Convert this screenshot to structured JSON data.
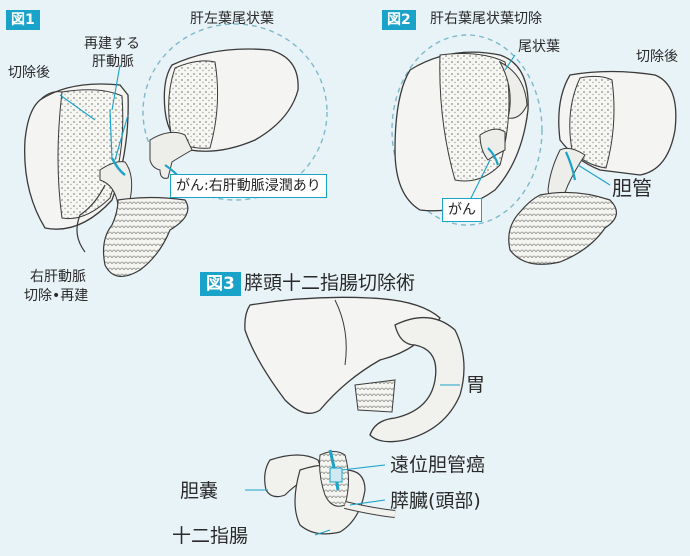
{
  "fig1": {
    "badge": "図1",
    "title": "肝左葉尾状葉",
    "after_resection": "切除後",
    "reconstructed_artery": [
      "再建する",
      "肝動脈"
    ],
    "callout": "がん:右肝動脈浸潤あり",
    "right_artery": [
      "右肝動脈",
      "切除•再建"
    ]
  },
  "fig2": {
    "badge": "図2",
    "title": "肝右葉尾状葉切除",
    "caudate_lobe": "尾状葉",
    "after_resection": "切除後",
    "callout": "がん",
    "bile_duct": "胆管"
  },
  "fig3": {
    "badge": "図3",
    "title": "膵頭十二指腸切除術",
    "stomach": "胃",
    "distal_cancer": "遠位胆管癌",
    "gallbladder": "胆嚢",
    "pancreas": "膵臓(頭部)",
    "duodenum": "十二指腸"
  },
  "colors": {
    "accent": "#1aa3c9",
    "background": "#e8f3f8",
    "dashed_circle": "#7fb9c9",
    "organ_fill": "#f4f4f2",
    "organ_stroke": "#3a3a3a"
  }
}
